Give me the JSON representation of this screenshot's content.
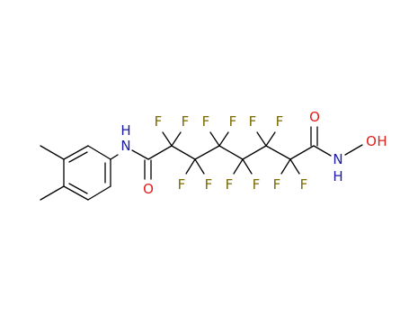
{
  "colors": {
    "bond": "#000000",
    "fluorine": "#7a6a00",
    "nitrogen": "#1a1aa6",
    "oxygen": "#e0201b",
    "background": "#ffffff"
  },
  "atom_labels": {
    "amide_nh": "N",
    "amide_h": "H",
    "amide_o": "O",
    "hydroxamic_o_carbonyl": "O",
    "hydroxamic_n": "N",
    "hydroxamic_h": "H",
    "hydroxyl_oh": "O",
    "hydroxyl_h": "H",
    "fluorine": "F"
  }
}
